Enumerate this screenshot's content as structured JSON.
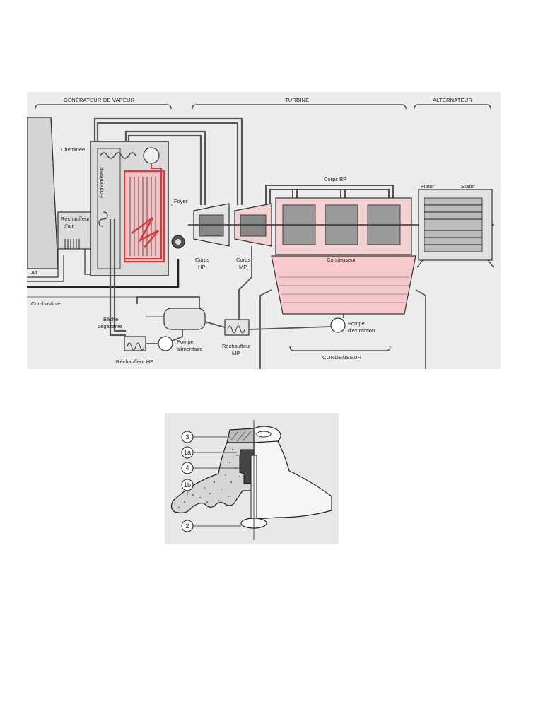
{
  "plant_diagram": {
    "sections": {
      "generator": "GÉNÉRATEUR DE VAPEUR",
      "turbine": "TURBINE",
      "alternator": "ALTERNATEUR",
      "condenser": "CONDENSEUR"
    },
    "labels": {
      "chimney": "Cheminée",
      "air_heater_line1": "Réchauffeur",
      "air_heater_line2": "d'air",
      "economizer": "Économiseur",
      "furnace": "Foyer",
      "air": "Air",
      "fuel": "Combustible",
      "corps_hp_line1": "Corps",
      "corps_hp_line2": "HP",
      "corps_mp_line1": "Corps",
      "corps_mp_line2": "MP",
      "corps_bp": "Corps BP",
      "condenser_body": "Condenseur",
      "rotor": "Rotor",
      "stator": "Stator",
      "deaerator_line1": "Bâche",
      "deaerator_line2": "dégazante",
      "feed_pump_line1": "Pompe",
      "feed_pump_line2": "alimentaire",
      "hp_heater": "Réchauffeur HP",
      "mp_heater_line1": "Réchauffeur",
      "mp_heater_line2": "MP",
      "extraction_pump_line1": "Pompe",
      "extraction_pump_line2": "d'extraction"
    },
    "colors": {
      "steam_pipe": "#555555",
      "hot_zone": "#e0383a",
      "condenser_fill": "#f7c9cc"
    }
  },
  "insulator_diagram": {
    "callouts": [
      "3",
      "1a",
      "4",
      "1b",
      "2"
    ]
  }
}
